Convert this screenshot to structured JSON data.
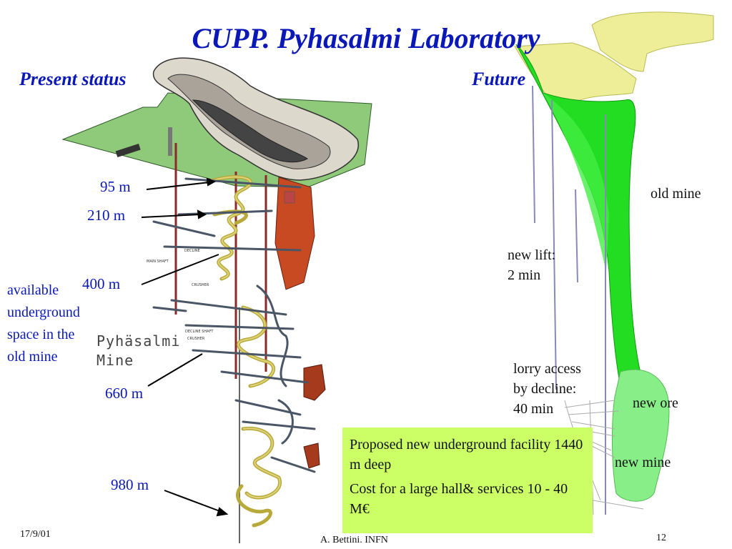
{
  "slide": {
    "title": "CUPP. Pyhasalmi Laboratory",
    "left_heading": "Present status",
    "right_heading": "Future"
  },
  "mine_image": {
    "caption_line1": "Pyhäsalmi",
    "caption_line2": "Mine"
  },
  "depths": [
    "95 m",
    "210 m",
    "400 m",
    "660 m",
    "980 m"
  ],
  "available_space": [
    "available",
    "underground",
    "space in the",
    "old mine"
  ],
  "future_labels": {
    "old_mine": "old mine",
    "new_lift": [
      "new lift:",
      "2 min"
    ],
    "lorry_access": [
      "lorry access",
      "by decline:",
      "40 min"
    ],
    "new_ore": "new ore",
    "new_mine": "new mine"
  },
  "callout": {
    "para1": "Proposed new underground facility 1440 m deep",
    "para2": "Cost for a large hall& services 10 - 40 M€"
  },
  "footer": {
    "date": "17/9/01",
    "author": "A. Bettini. INFN",
    "page": "12"
  },
  "colors": {
    "title": "#0b18b8",
    "callout_bg": "#ccff66",
    "ground": "#8fc97a",
    "old_mine_green": "#22dd22",
    "new_mine_green": "#88ee88",
    "pale_yellow": "#eeee99"
  }
}
